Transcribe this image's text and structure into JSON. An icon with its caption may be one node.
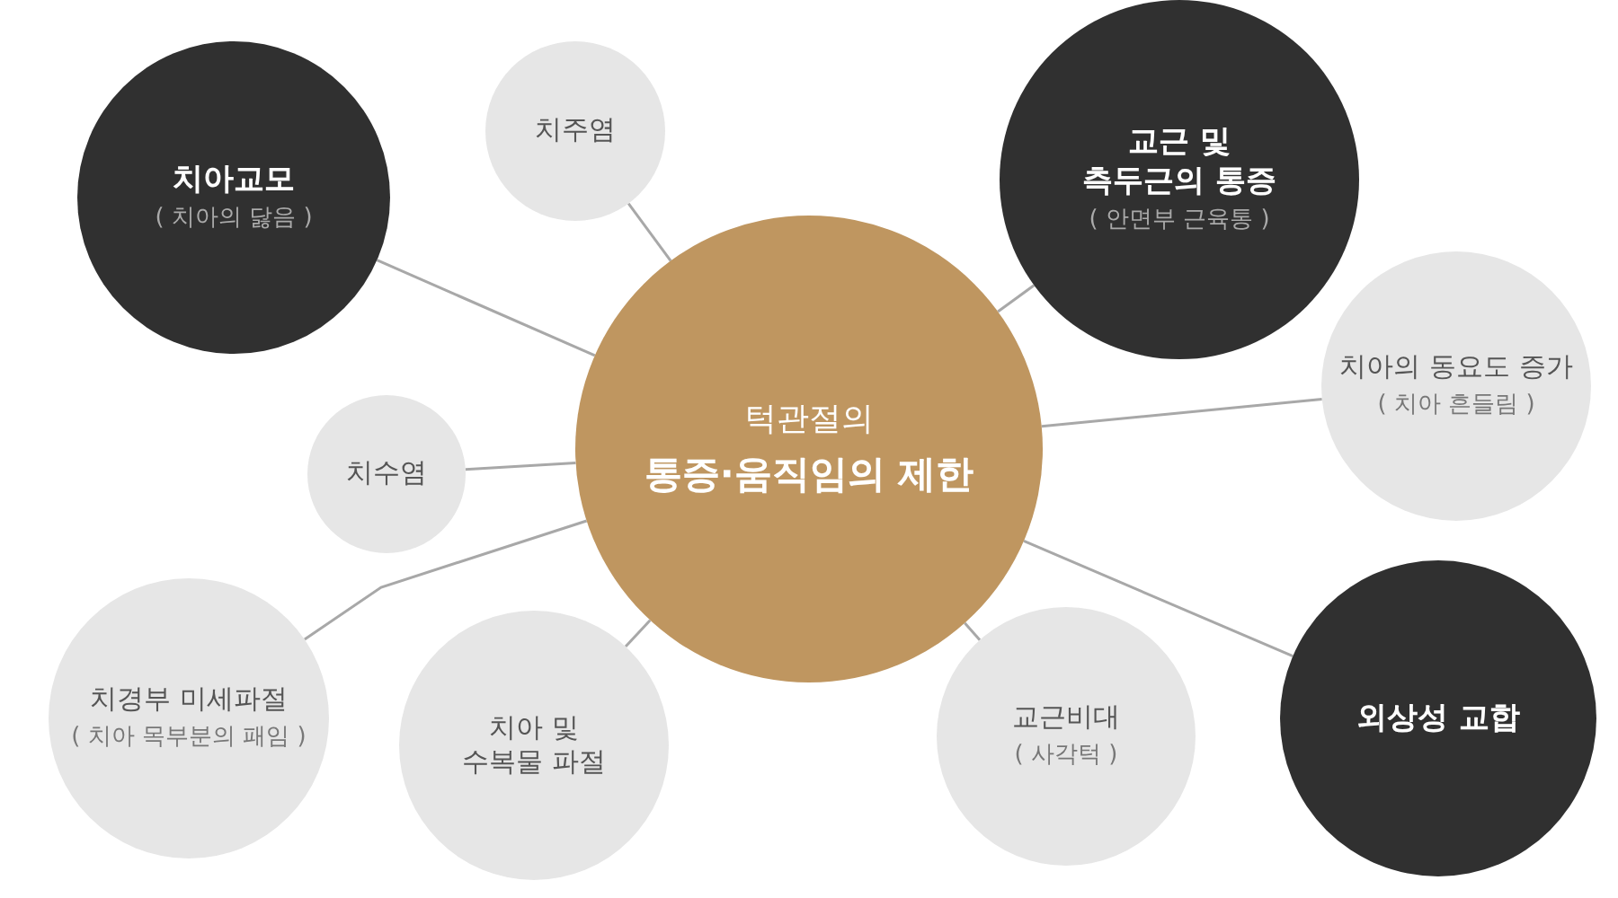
{
  "diagram": {
    "nodes": [
      {
        "text": [
          "턱관절의",
          "통증·움직임의 제한"
        ]
      },
      {
        "text": [
          "치아교모",
          "( 치아의 닳음 )"
        ]
      },
      {
        "text": [
          "치주염"
        ]
      },
      {
        "text": [
          "교근 및 측두근의 통증",
          "( 안면부 근육통 )"
        ]
      },
      {
        "text": [
          "치아의 동요도 증가",
          "( 치아 흔들림 )"
        ]
      },
      {
        "text": [
          "치수염"
        ]
      },
      {
        "text": [
          "치경부 미세파절",
          "( 치아 목부분의 패임 )"
        ]
      },
      {
        "text": [
          "치아 및 수복물 파절"
        ]
      },
      {
        "text": [
          "교근비대",
          "( 사각턱 )"
        ]
      },
      {
        "text": [
          "외상성 교합"
        ]
      }
    ],
    "edges": [
      {
        "from": 0,
        "to": 1,
        "arrow": "none"
      },
      {
        "from": 0,
        "to": 2,
        "arrow": "none"
      },
      {
        "from": 0,
        "to": 3,
        "arrow": "none"
      },
      {
        "from": 0,
        "to": 4,
        "arrow": "none"
      },
      {
        "from": 0,
        "to": 5,
        "arrow": "none"
      },
      {
        "from": 0,
        "to": 6,
        "arrow": "none"
      },
      {
        "from": 0,
        "to": 7,
        "arrow": "none"
      },
      {
        "from": 0,
        "to": 8,
        "arrow": "none"
      },
      {
        "from": 0,
        "to": 9,
        "arrow": "none"
      }
    ]
  }
}
